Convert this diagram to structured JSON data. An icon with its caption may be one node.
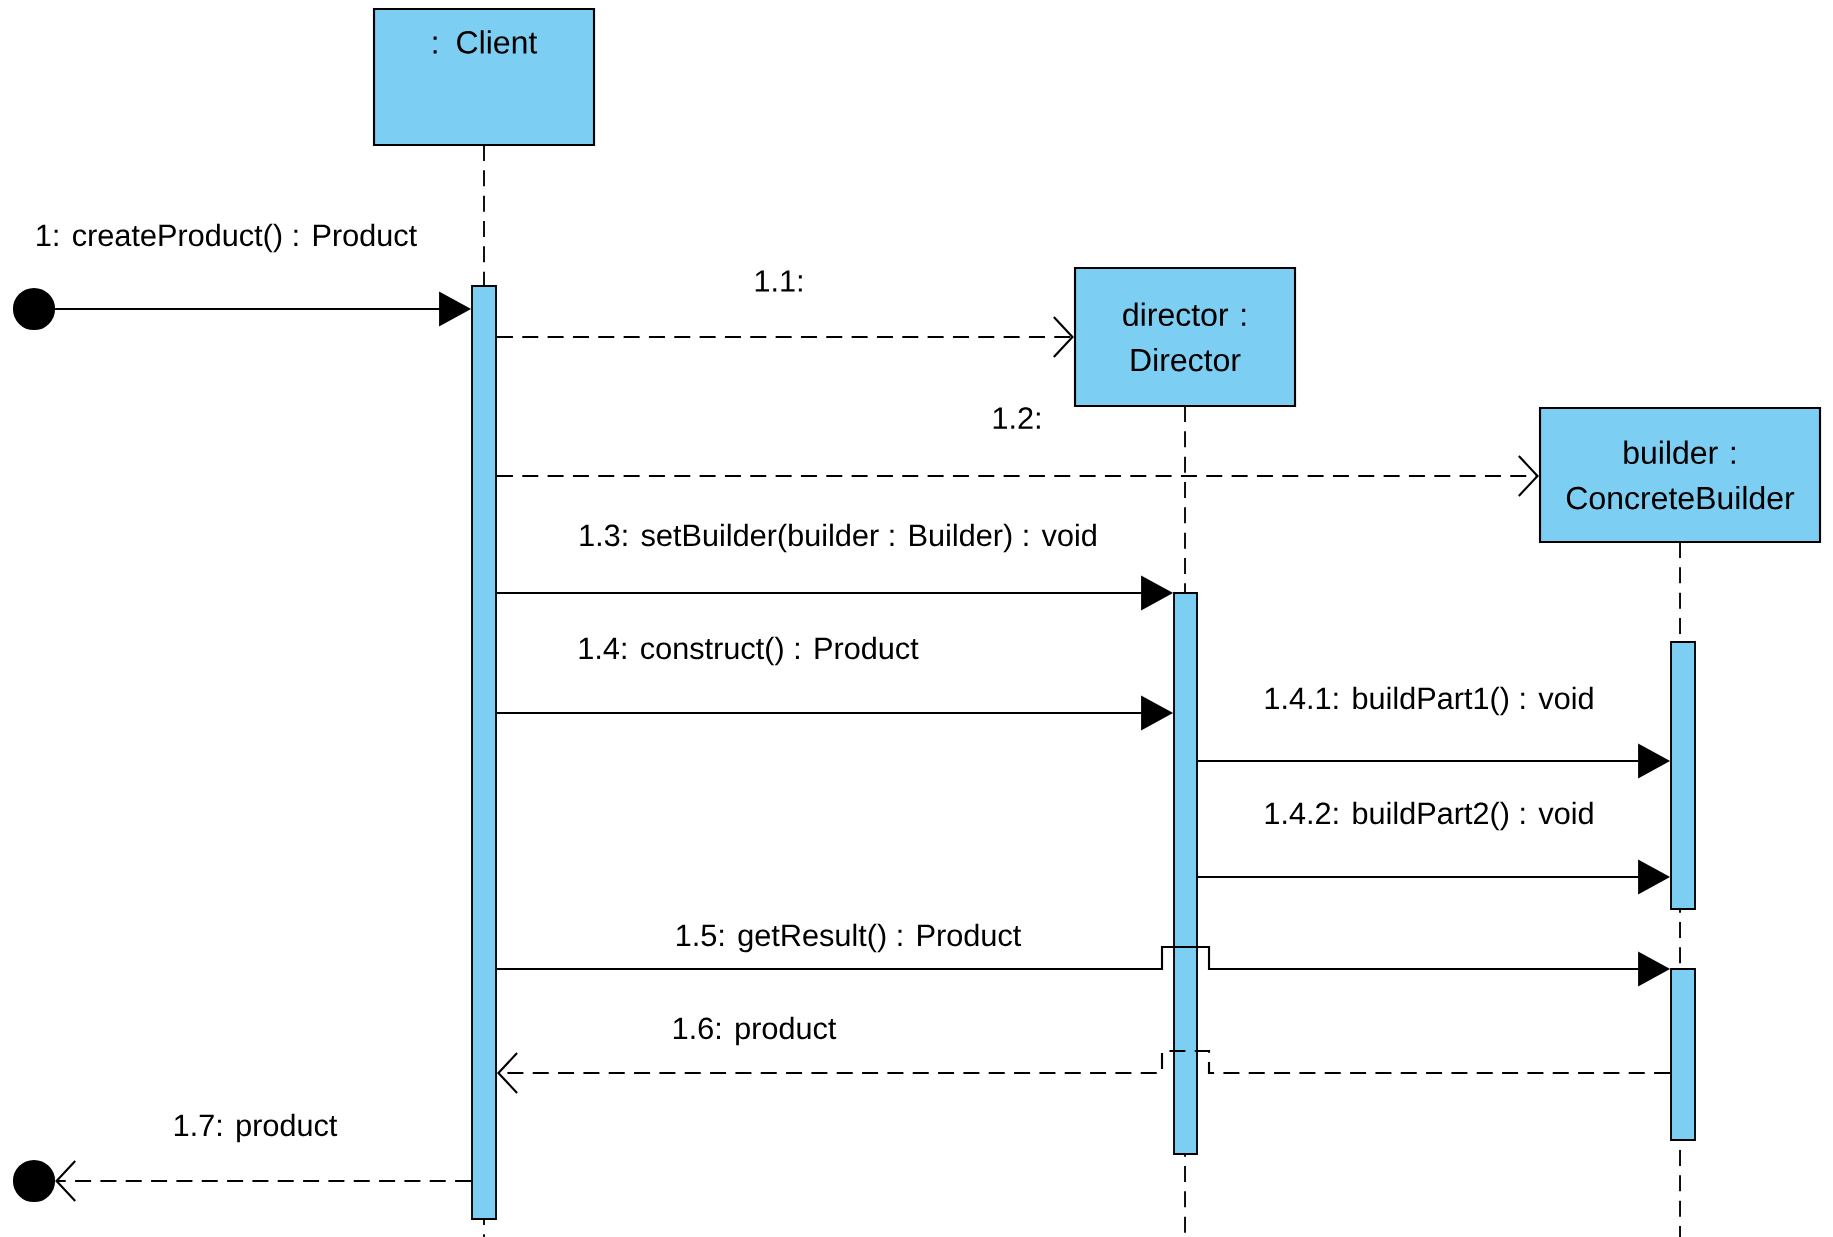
{
  "diagram": {
    "nodes": [
      {
        "text": [
          ": Client"
        ]
      },
      {
        "text": [
          "director : Director"
        ]
      },
      {
        "text": [
          "builder : ConcreteBuilder"
        ]
      },
      {
        "text": [],
        "shape": "circle"
      },
      {
        "text": [],
        "shape": "bar"
      },
      {
        "text": [],
        "shape": "bar"
      },
      {
        "text": [],
        "shape": "bar"
      },
      {
        "text": [],
        "shape": "bar"
      },
      {
        "text": [],
        "shape": "circle"
      }
    ],
    "edges": [
      {
        "from": 3,
        "to": 4,
        "arrow": "to",
        "label": "1: createProduct() : Product"
      },
      {
        "from": 4,
        "to": 1,
        "arrow": "to",
        "label": "1.1:",
        "style": "dashed"
      },
      {
        "from": 4,
        "to": 2,
        "arrow": "to",
        "label": "1.2:",
        "style": "dashed"
      },
      {
        "from": 4,
        "to": 5,
        "arrow": "to",
        "label": "1.3: setBuilder(builder : Builder) : void"
      },
      {
        "from": 4,
        "to": 5,
        "arrow": "to",
        "label": "1.4: construct() : Product"
      },
      {
        "from": 5,
        "to": 6,
        "arrow": "to",
        "label": "1.4.1: buildPart1() : void"
      },
      {
        "from": 5,
        "to": 6,
        "arrow": "to",
        "label": "1.4.2: buildPart2() : void"
      },
      {
        "from": 4,
        "to": 7,
        "arrow": "to",
        "label": "1.5: getResult() : Product"
      },
      {
        "from": 7,
        "to": 4,
        "arrow": "to",
        "label": "1.6: product",
        "style": "dashed"
      },
      {
        "from": 4,
        "to": 8,
        "arrow": "to",
        "label": "1.7: product",
        "style": "dashed"
      }
    ]
  }
}
